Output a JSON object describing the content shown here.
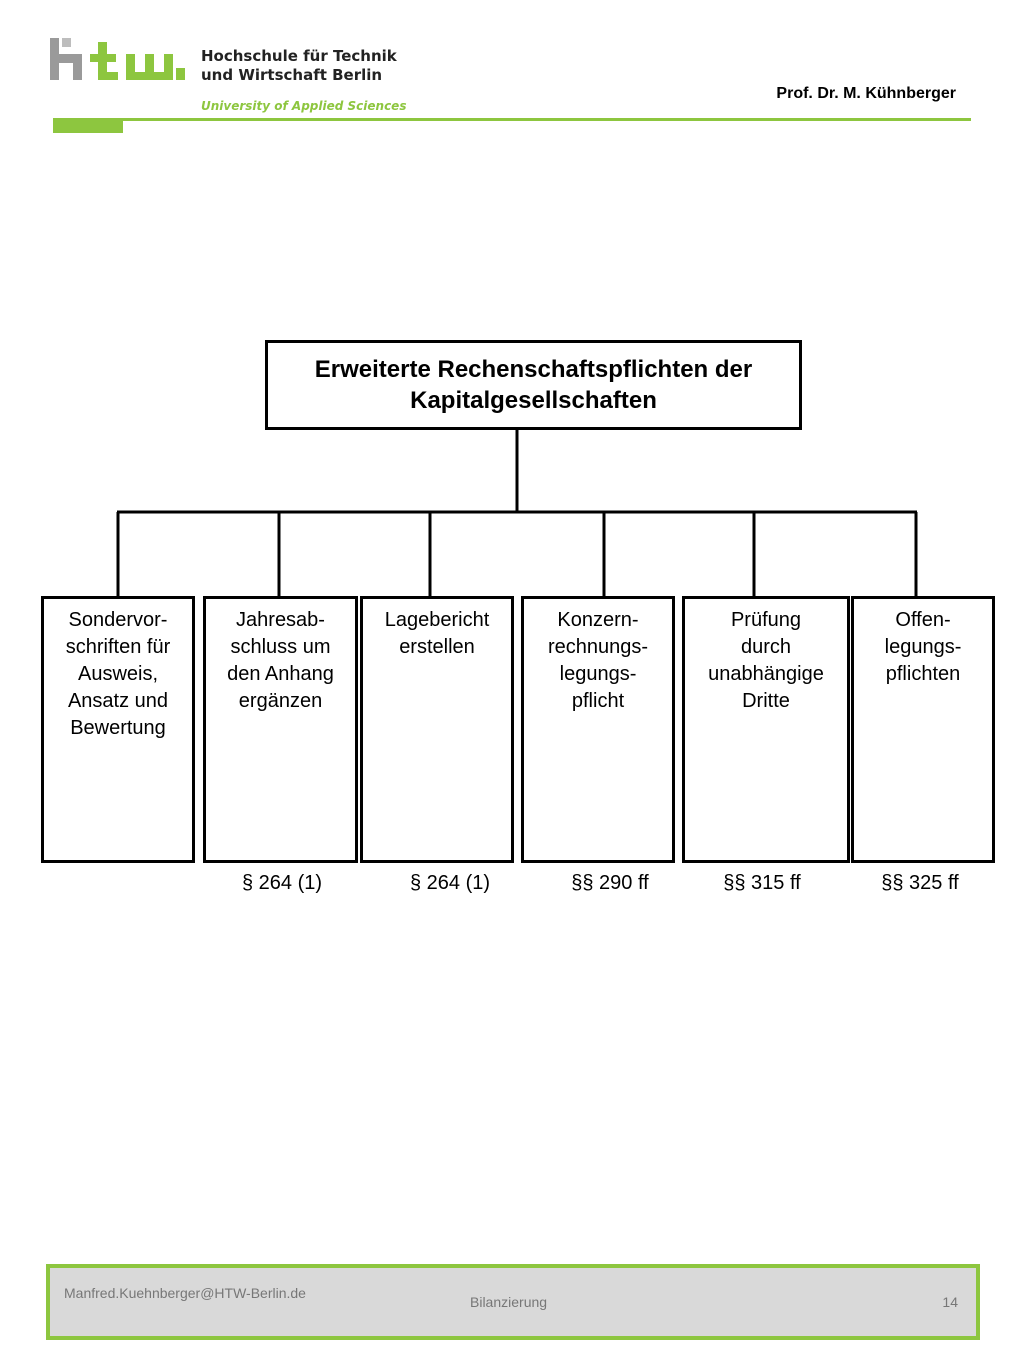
{
  "header": {
    "institution_line1": "Hochschule für Technik",
    "institution_line2": "und Wirtschaft Berlin",
    "institution_subtitle": "University of Applied Sciences",
    "author": "Prof. Dr. M. Kühnberger",
    "logo_icon": "htw-logo-icon",
    "accent_color": "#8dc63f"
  },
  "diagram": {
    "root": {
      "line1": "Erweiterte Rechenschaftspflichten der",
      "line2": "Kapitalgesellschaften"
    },
    "children": [
      {
        "lines": [
          "Sondervor-",
          "schriften für",
          "Ausweis,",
          "Ansatz und",
          "Bewertung"
        ],
        "reference": ""
      },
      {
        "lines": [
          "Jahresab-",
          "schluss um",
          "den Anhang",
          "ergänzen"
        ],
        "reference": "§ 264 (1)"
      },
      {
        "lines": [
          "Lagebericht",
          "erstellen"
        ],
        "reference": "§ 264 (1)"
      },
      {
        "lines": [
          "Konzern-",
          "rechnungs-",
          "legungs-",
          "pflicht"
        ],
        "reference": "§§ 290 ff"
      },
      {
        "lines": [
          "Prüfung",
          "durch",
          "unabhängige",
          "Dritte"
        ],
        "reference": "§§ 315 ff"
      },
      {
        "lines": [
          "Offen-",
          "legungs-",
          "pflichten"
        ],
        "reference": "§§ 325 ff"
      }
    ]
  },
  "footer": {
    "email": "Manfred.Kuehnberger@HTW-Berlin.de",
    "title": "Bilanzierung",
    "page": "14"
  }
}
